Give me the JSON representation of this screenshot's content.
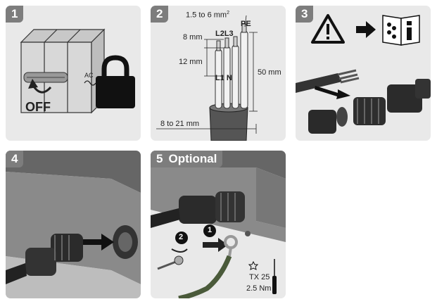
{
  "steps": [
    {
      "number": "1"
    },
    {
      "number": "2"
    },
    {
      "number": "3"
    },
    {
      "number": "4"
    },
    {
      "number": "5",
      "label": "Optional"
    }
  ],
  "step1": {
    "switch_label": "OFF",
    "ac_label": "AC"
  },
  "step2": {
    "cross_section": "1.5 to 6 mm",
    "cross_section_exp": "2",
    "pe": "PE",
    "l2l3": "L2L3",
    "l1n": "L1 N",
    "strip_8": "8 mm",
    "strip_12": "12 mm",
    "length_50": "50 mm",
    "diameter": "8 to 21 mm"
  },
  "step3": {
    "warning_symbol": "warning-triangle-icon",
    "manual_symbol": "manual-info-icon"
  },
  "step5": {
    "callout_1": "1",
    "callout_2": "2",
    "tool": "TX 25",
    "torque": "2.5 Nm"
  },
  "colors": {
    "panel_bg": "#e9e9e9",
    "badge_bg": "#7d7d7d",
    "ink": "#222222"
  }
}
